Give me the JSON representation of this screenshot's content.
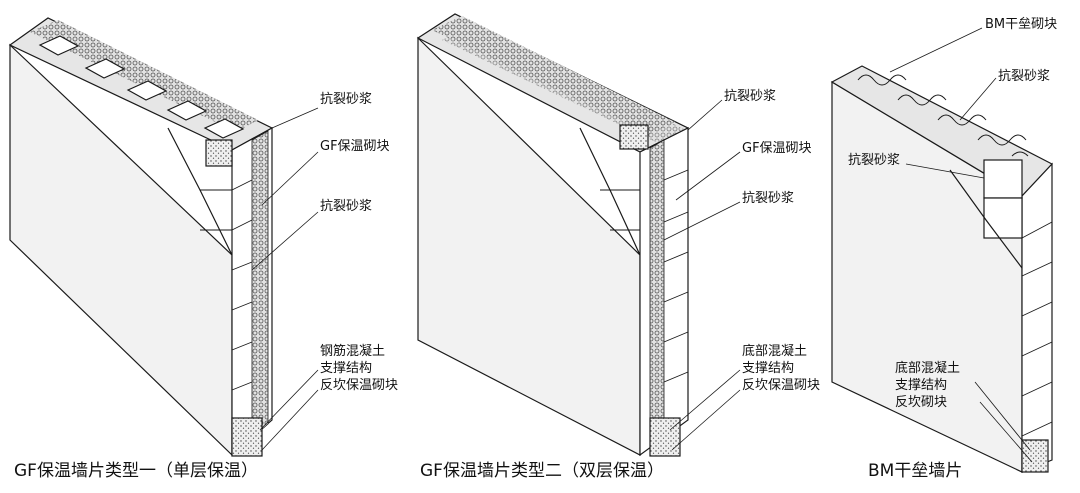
{
  "panels": [
    {
      "caption": "GF保温墙片类型一（单层保温）",
      "labels": [
        "抗裂砂浆",
        "GF保温砌块",
        "抗裂砂浆",
        "钢筋混凝土",
        "支撑结构",
        "反坎保温砌块"
      ]
    },
    {
      "caption": "GF保温墙片类型二（双层保温）",
      "labels": [
        "抗裂砂浆",
        "GF保温砌块",
        "抗裂砂浆",
        "底部混凝土",
        "支撑结构",
        "反坎保温砌块"
      ]
    },
    {
      "caption": "BM干垒墙片",
      "labels": [
        "BM干垒砌块",
        "抗裂砂浆",
        "抗裂砂浆",
        "底部混凝土",
        "支撑结构",
        "反坎砌块"
      ]
    }
  ],
  "colors": {
    "line": "#1a1a1a",
    "face": "#f2f2f2",
    "insulation": "#d9d9d9",
    "block": "#ffffff"
  }
}
